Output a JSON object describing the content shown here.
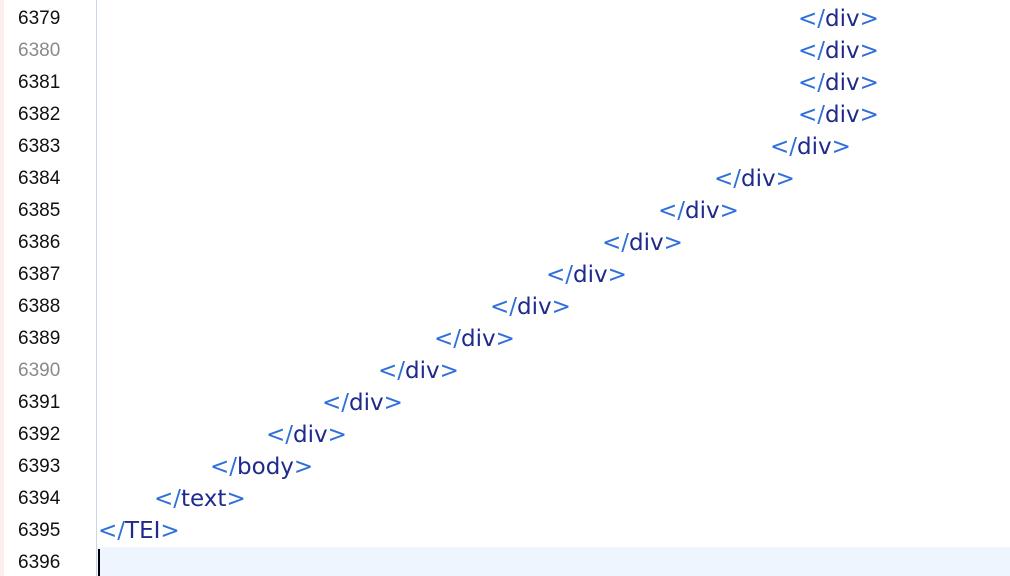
{
  "lines": [
    {
      "number": "6379",
      "open": "</",
      "tag": "div",
      "close": ">"
    },
    {
      "number": "6380",
      "open": "</",
      "tag": "div",
      "close": ">"
    },
    {
      "number": "6381",
      "open": "</",
      "tag": "div",
      "close": ">"
    },
    {
      "number": "6382",
      "open": "</",
      "tag": "div",
      "close": ">"
    },
    {
      "number": "6383",
      "open": "</",
      "tag": "div",
      "close": ">"
    },
    {
      "number": "6384",
      "open": "</",
      "tag": "div",
      "close": ">"
    },
    {
      "number": "6385",
      "open": "</",
      "tag": "div",
      "close": ">"
    },
    {
      "number": "6386",
      "open": "</",
      "tag": "div",
      "close": ">"
    },
    {
      "number": "6387",
      "open": "</",
      "tag": "div",
      "close": ">"
    },
    {
      "number": "6388",
      "open": "</",
      "tag": "div",
      "close": ">"
    },
    {
      "number": "6389",
      "open": "</",
      "tag": "div",
      "close": ">"
    },
    {
      "number": "6390",
      "open": "</",
      "tag": "div",
      "close": ">"
    },
    {
      "number": "6391",
      "open": "</",
      "tag": "div",
      "close": ">"
    },
    {
      "number": "6392",
      "open": "</",
      "tag": "div",
      "close": ">"
    },
    {
      "number": "6393",
      "open": "</",
      "tag": "body",
      "close": ">"
    },
    {
      "number": "6394",
      "open": "</",
      "tag": "text",
      "close": ">"
    },
    {
      "number": "6395",
      "open": "</",
      "tag": "TEI",
      "close": ">"
    },
    {
      "number": "6396",
      "open": "",
      "tag": "",
      "close": ""
    }
  ],
  "colors": {
    "tag_punctuation": "#2f6fd8",
    "tag_name": "#1e2a8c",
    "current_line_highlight": "#eef5fe"
  }
}
